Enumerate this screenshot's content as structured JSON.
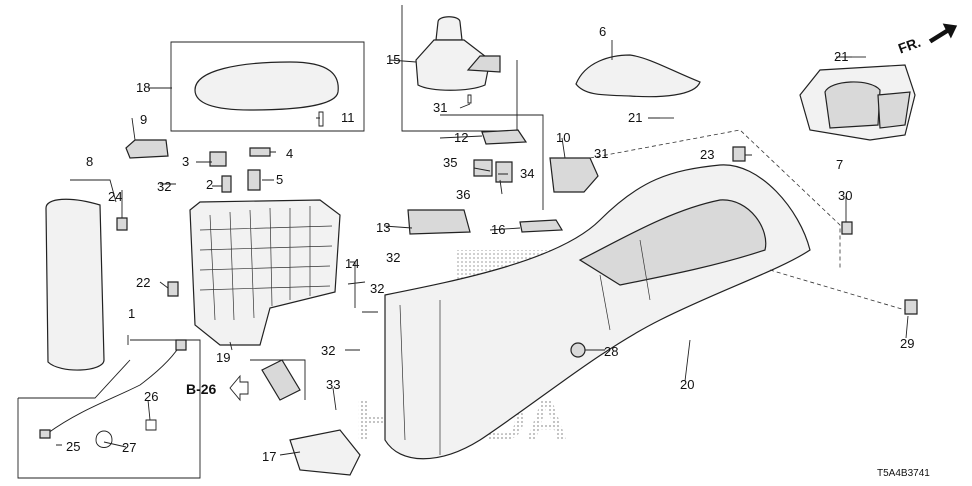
{
  "callouts": [
    "1",
    "2",
    "3",
    "4",
    "5",
    "6",
    "7",
    "8",
    "9",
    "10",
    "11",
    "12",
    "13",
    "14",
    "15",
    "16",
    "17",
    "18",
    "19",
    "20",
    "21",
    "21",
    "22",
    "23",
    "24",
    "25",
    "26",
    "27",
    "28",
    "29",
    "30",
    "31",
    "31",
    "32",
    "32",
    "32",
    "32",
    "33",
    "34",
    "35",
    "36"
  ],
  "direction_label": "FR.",
  "reference": "B-26",
  "diagram_code": "T5A4B3741",
  "watermark": "HONDA"
}
